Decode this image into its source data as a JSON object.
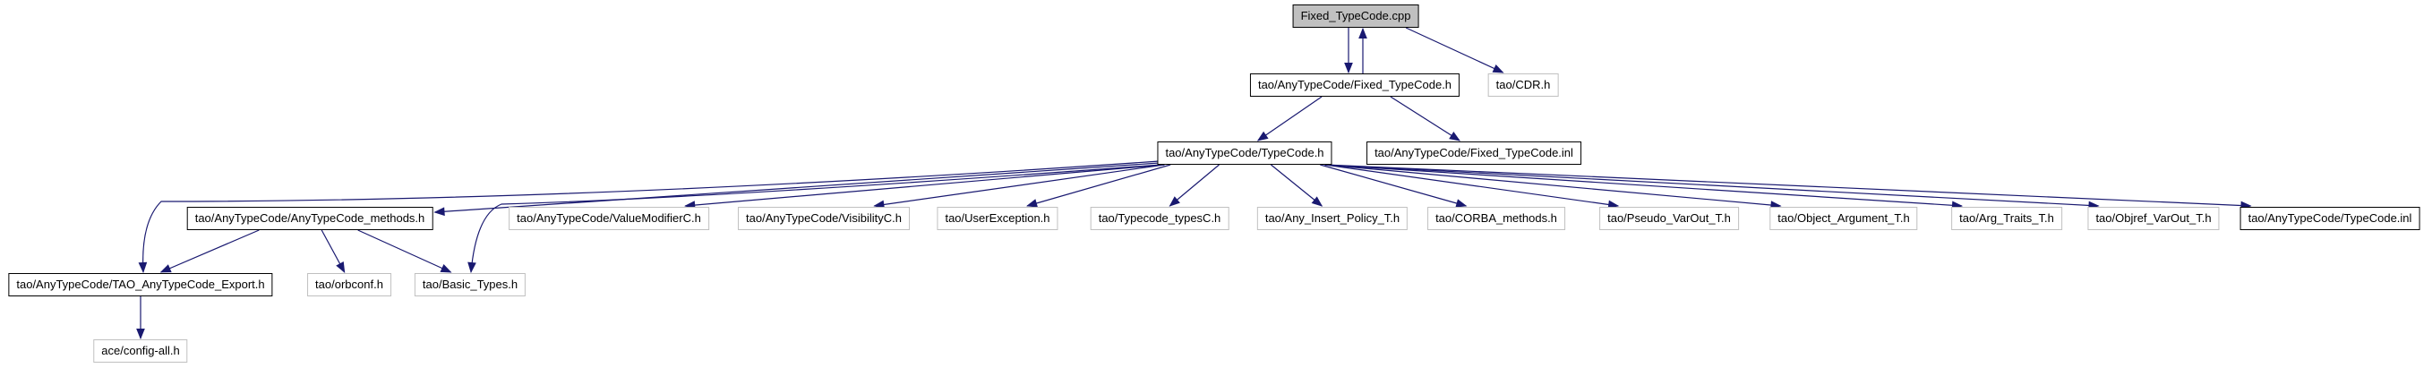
{
  "diagram": {
    "type": "include-dependency-graph",
    "root_file": "Fixed_TypeCode.cpp",
    "colors": {
      "edge": "#191970",
      "root_fill": "#c0c0c0",
      "internal_border": "#000000",
      "external_border": "#c0c0c0",
      "node_fill": "#ffffff",
      "text": "#000000",
      "background": "#ffffff"
    },
    "nodes": [
      {
        "id": "fixed_typecode_cpp",
        "label": "Fixed_TypeCode.cpp",
        "kind": "root"
      },
      {
        "id": "fixed_typecode_h",
        "label": "tao/AnyTypeCode/Fixed_TypeCode.h",
        "kind": "internal"
      },
      {
        "id": "cdr_h",
        "label": "tao/CDR.h",
        "kind": "external"
      },
      {
        "id": "typecode_h",
        "label": "tao/AnyTypeCode/TypeCode.h",
        "kind": "internal"
      },
      {
        "id": "fixed_typecode_inl",
        "label": "tao/AnyTypeCode/Fixed_TypeCode.inl",
        "kind": "internal"
      },
      {
        "id": "anytypecode_methods_h",
        "label": "tao/AnyTypeCode/AnyTypeCode_methods.h",
        "kind": "internal"
      },
      {
        "id": "valuemodifierc_h",
        "label": "tao/AnyTypeCode/ValueModifierC.h",
        "kind": "external"
      },
      {
        "id": "visibilityc_h",
        "label": "tao/AnyTypeCode/VisibilityC.h",
        "kind": "external"
      },
      {
        "id": "userexception_h",
        "label": "tao/UserException.h",
        "kind": "external"
      },
      {
        "id": "typecode_typesc_h",
        "label": "tao/Typecode_typesC.h",
        "kind": "external"
      },
      {
        "id": "any_insert_policy_t_h",
        "label": "tao/Any_Insert_Policy_T.h",
        "kind": "external"
      },
      {
        "id": "corba_methods_h",
        "label": "tao/CORBA_methods.h",
        "kind": "external"
      },
      {
        "id": "pseudo_varout_t_h",
        "label": "tao/Pseudo_VarOut_T.h",
        "kind": "external"
      },
      {
        "id": "object_argument_t_h",
        "label": "tao/Object_Argument_T.h",
        "kind": "external"
      },
      {
        "id": "arg_traits_t_h",
        "label": "tao/Arg_Traits_T.h",
        "kind": "external"
      },
      {
        "id": "objref_varout_t_h",
        "label": "tao/Objref_VarOut_T.h",
        "kind": "external"
      },
      {
        "id": "typecode_inl",
        "label": "tao/AnyTypeCode/TypeCode.inl",
        "kind": "internal"
      },
      {
        "id": "tao_anytypecode_export_h",
        "label": "tao/AnyTypeCode/TAO_AnyTypeCode_Export.h",
        "kind": "internal"
      },
      {
        "id": "orbconf_h",
        "label": "tao/orbconf.h",
        "kind": "external"
      },
      {
        "id": "basic_types_h",
        "label": "tao/Basic_Types.h",
        "kind": "external"
      },
      {
        "id": "config_all_h",
        "label": "ace/config-all.h",
        "kind": "external"
      }
    ],
    "edges": [
      {
        "from": "fixed_typecode_cpp",
        "to": "fixed_typecode_h"
      },
      {
        "from": "fixed_typecode_h",
        "to": "fixed_typecode_cpp"
      },
      {
        "from": "fixed_typecode_cpp",
        "to": "cdr_h"
      },
      {
        "from": "fixed_typecode_h",
        "to": "typecode_h"
      },
      {
        "from": "fixed_typecode_h",
        "to": "fixed_typecode_inl"
      },
      {
        "from": "typecode_h",
        "to": "anytypecode_methods_h"
      },
      {
        "from": "typecode_h",
        "to": "valuemodifierc_h"
      },
      {
        "from": "typecode_h",
        "to": "visibilityc_h"
      },
      {
        "from": "typecode_h",
        "to": "userexception_h"
      },
      {
        "from": "typecode_h",
        "to": "typecode_typesc_h"
      },
      {
        "from": "typecode_h",
        "to": "any_insert_policy_t_h"
      },
      {
        "from": "typecode_h",
        "to": "corba_methods_h"
      },
      {
        "from": "typecode_h",
        "to": "pseudo_varout_t_h"
      },
      {
        "from": "typecode_h",
        "to": "object_argument_t_h"
      },
      {
        "from": "typecode_h",
        "to": "arg_traits_t_h"
      },
      {
        "from": "typecode_h",
        "to": "objref_varout_t_h"
      },
      {
        "from": "typecode_h",
        "to": "typecode_inl"
      },
      {
        "from": "typecode_h",
        "to": "tao_anytypecode_export_h"
      },
      {
        "from": "typecode_h",
        "to": "basic_types_h"
      },
      {
        "from": "anytypecode_methods_h",
        "to": "tao_anytypecode_export_h"
      },
      {
        "from": "anytypecode_methods_h",
        "to": "orbconf_h"
      },
      {
        "from": "anytypecode_methods_h",
        "to": "basic_types_h"
      },
      {
        "from": "tao_anytypecode_export_h",
        "to": "config_all_h"
      }
    ]
  }
}
